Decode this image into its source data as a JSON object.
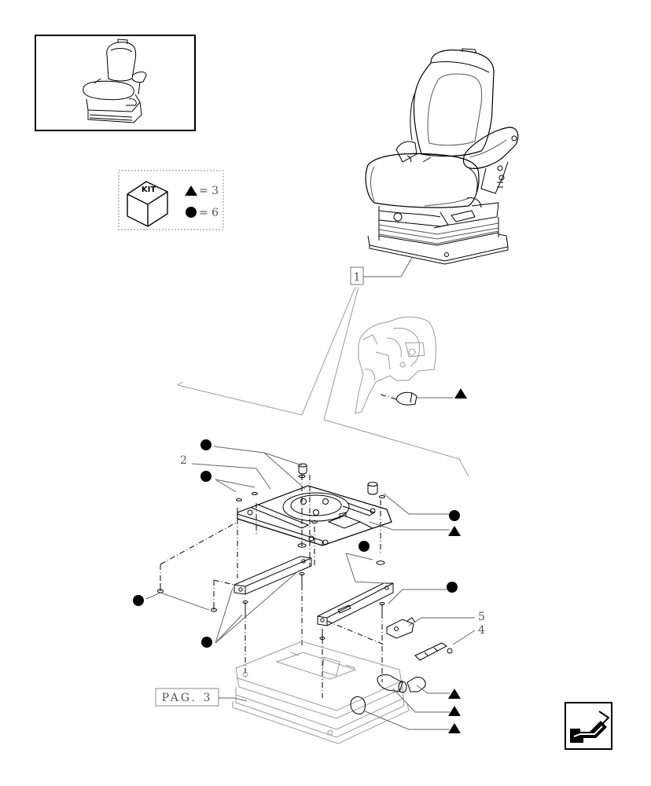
{
  "kit_legend": {
    "kit_label": "KIT",
    "triangle_text": "= 3",
    "circle_text": "= 6"
  },
  "callouts": {
    "item_1": "1",
    "item_2": "2",
    "item_4": "4",
    "item_5": "5",
    "page_ref": "PAG. 3"
  },
  "icons": {
    "nav": "arrow-left-down-icon",
    "triangle": "triangle-marker-icon",
    "circle": "circle-marker-icon"
  },
  "colors": {
    "line": "#000000",
    "leader": "#666666",
    "faint": "#9a9a9a"
  }
}
